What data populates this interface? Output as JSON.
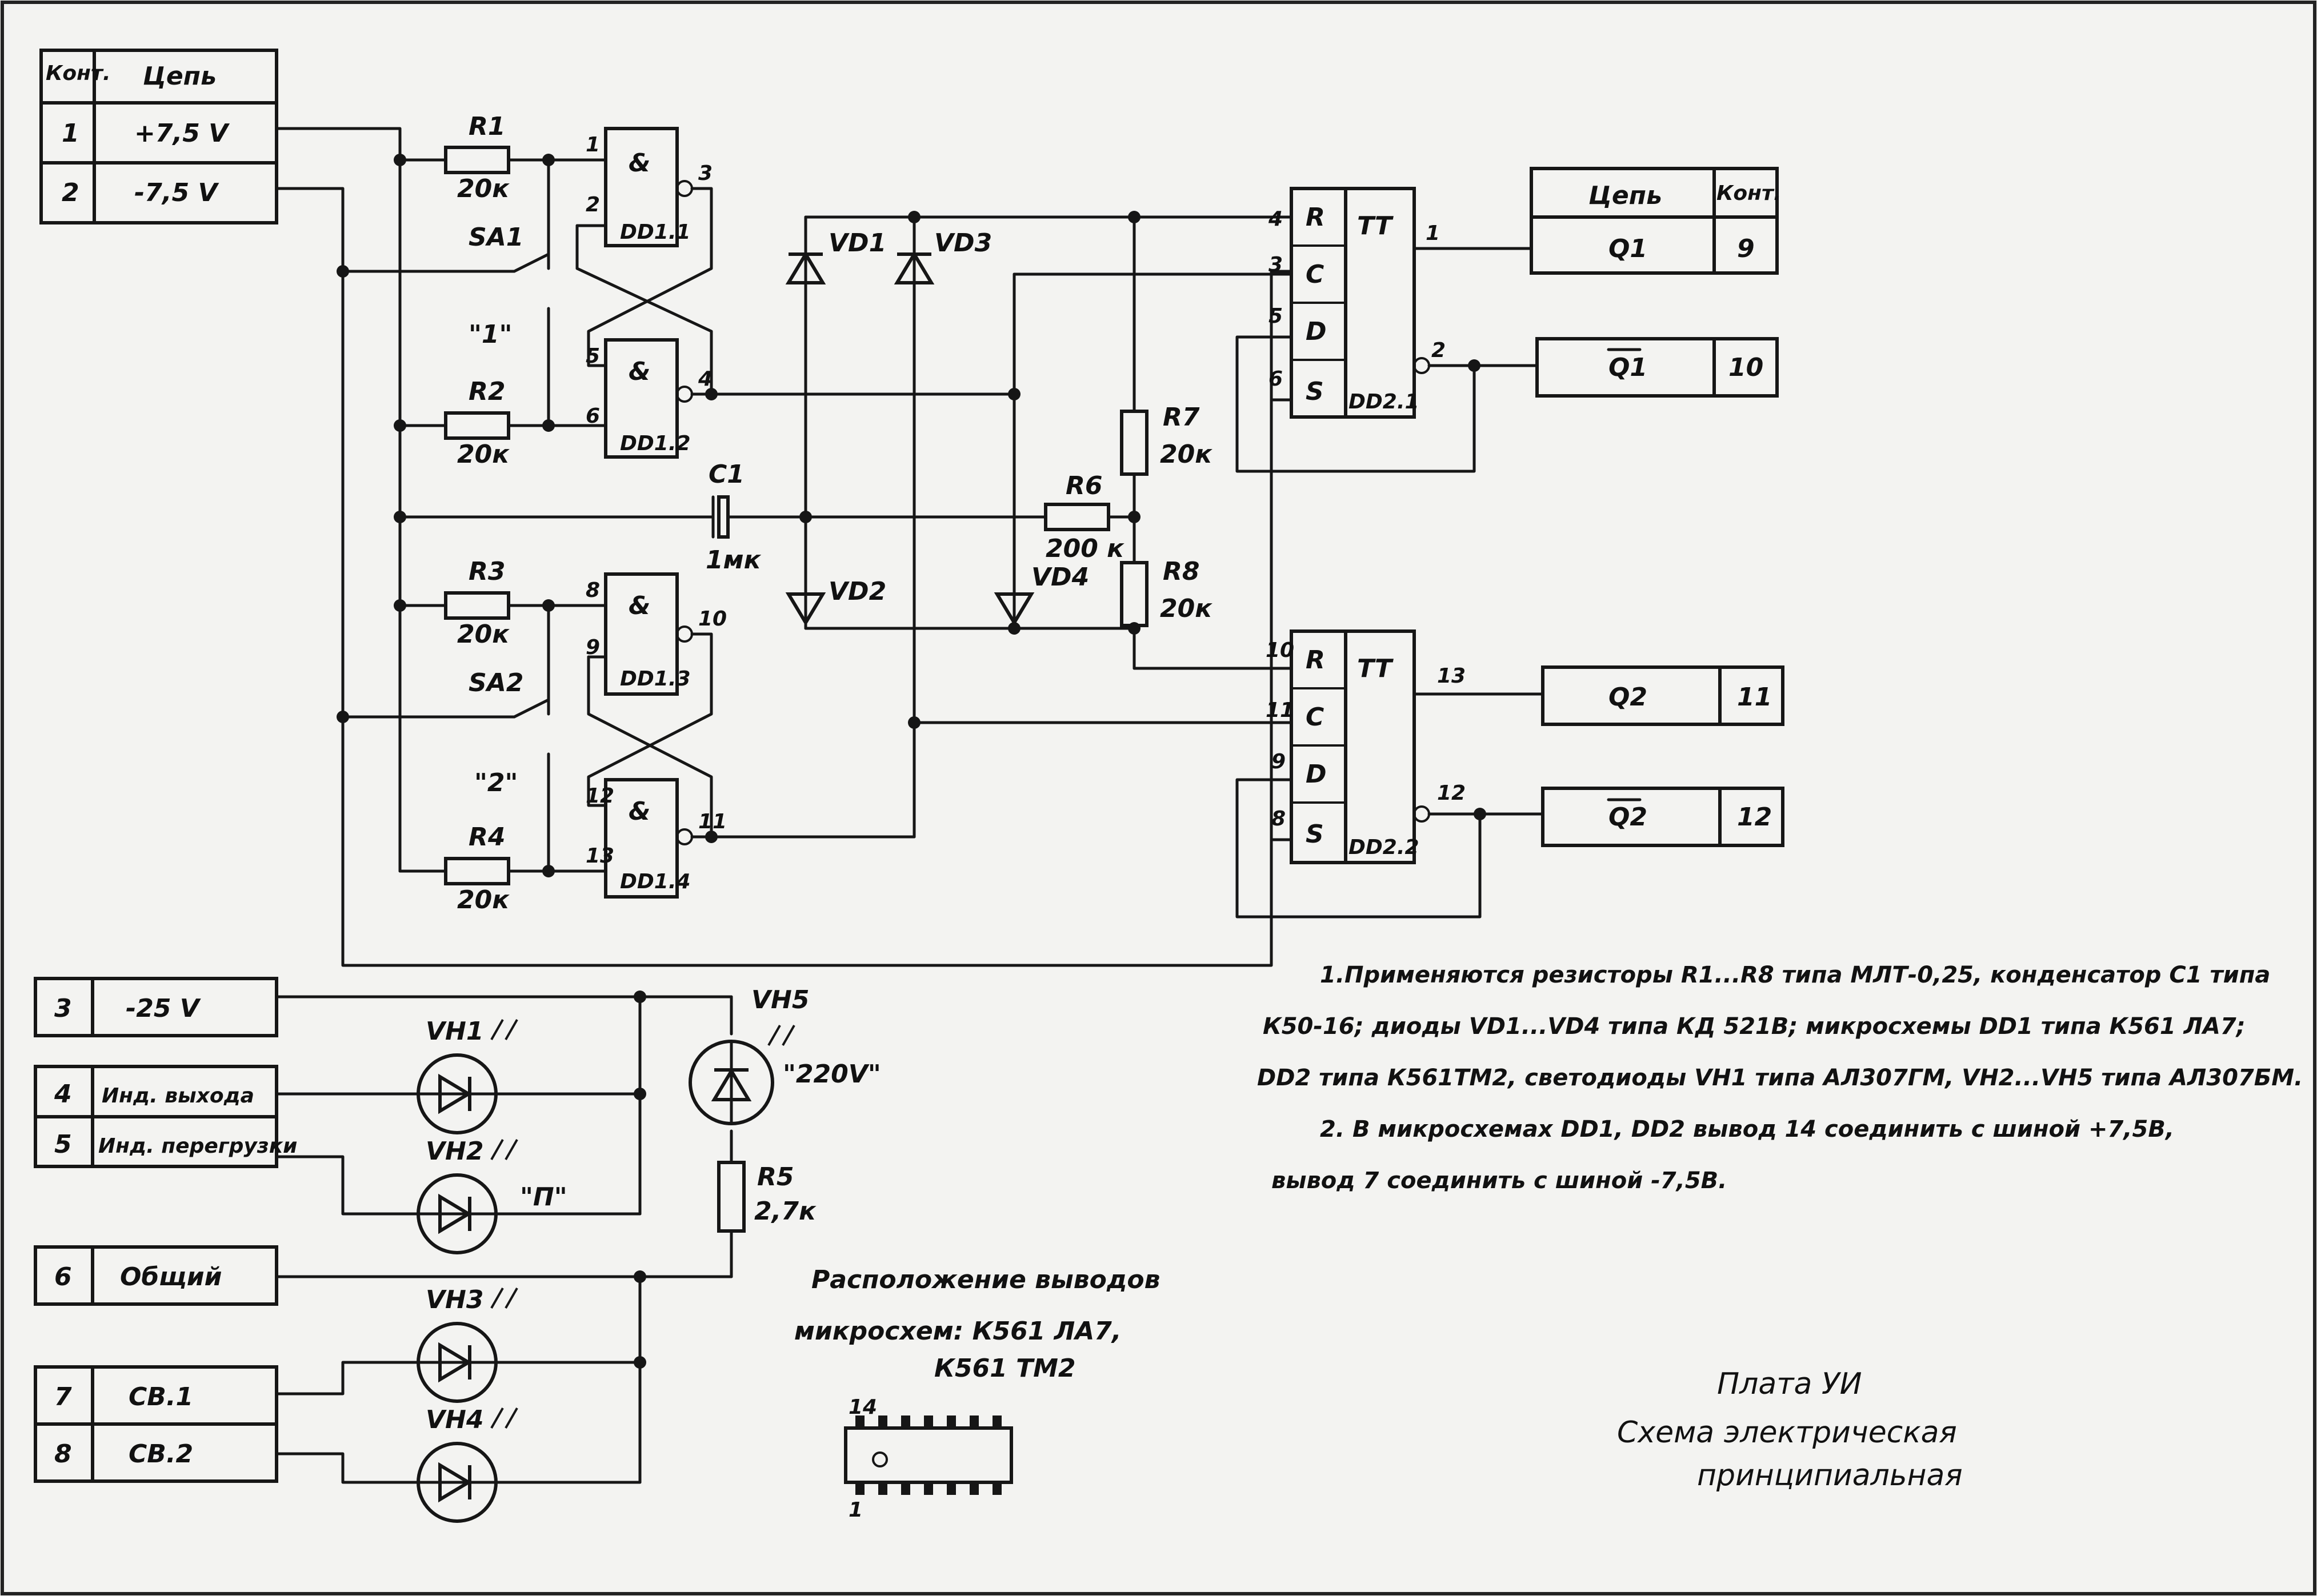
{
  "top_table": {
    "header": [
      "Конт.",
      "Цепь"
    ],
    "rows": [
      [
        "1",
        "+7,5 V"
      ],
      [
        "2",
        "-7,5 V"
      ]
    ]
  },
  "bottom_table": {
    "rows": [
      [
        "3",
        "-25 V"
      ],
      [
        "4",
        "Инд. выхода"
      ],
      [
        "5",
        "Инд. перегрузки"
      ],
      [
        "6",
        "Общий"
      ],
      [
        "7",
        "СВ.1"
      ],
      [
        "8",
        "СВ.2"
      ]
    ]
  },
  "output_table": {
    "header": [
      "Цепь",
      "Конт."
    ],
    "rows": [
      [
        "Q1",
        "9"
      ],
      [
        "Q1",
        "10"
      ],
      [
        "Q2",
        "11"
      ],
      [
        "Q2",
        "12"
      ]
    ]
  },
  "components": {
    "R1": "R1",
    "R1v": "20к",
    "R2": "R2",
    "R2v": "20к",
    "R3": "R3",
    "R3v": "20к",
    "R4": "R4",
    "R4v": "20к",
    "R5": "R5",
    "R5v": "2,7к",
    "R6": "R6",
    "R6v": "200 к",
    "R7": "R7",
    "R7v": "20к",
    "R8": "R8",
    "R8v": "20к",
    "C1": "C1",
    "C1v": "1мк",
    "SA1": "SA1",
    "SA1v": "\"1\"",
    "SA2": "SA2",
    "SA2v": "\"2\"",
    "VD1": "VD1",
    "VD2": "VD2",
    "VD3": "VD3",
    "VD4": "VD4",
    "VH1": "VH1",
    "VH2": "VH2",
    "VH3": "VH3",
    "VH4": "VH4",
    "VH5": "VH5",
    "VH2note": "\"П\"",
    "VH5note": "\"220V\"",
    "DD1_1": "DD1.1",
    "DD1_2": "DD1.2",
    "DD1_3": "DD1.3",
    "DD1_4": "DD1.4",
    "DD2_1": "DD2.1",
    "DD2_2": "DD2.2",
    "and": "&",
    "tt": "TT",
    "R": "R",
    "C": "C",
    "D": "D",
    "S": "S"
  },
  "pins": {
    "p1": "1",
    "p2": "2",
    "p3": "3",
    "p4": "4",
    "p5": "5",
    "p6": "6",
    "p8": "8",
    "p9": "9",
    "p10": "10",
    "p11": "11",
    "p12": "12",
    "p13": "13",
    "p14": "14"
  },
  "notes": {
    "line1": "1.Применяются резисторы R1...R8 типа МЛТ-0,25, конденсатор С1 типа",
    "line2": "К50-16; диоды VD1...VD4 типа КД 521В; микросхемы DD1 типа К561 ЛА7;",
    "line3": "DD2 типа К561ТМ2, светодиоды VH1 типа АЛ307ГМ, VH2...VH5 типа АЛ307БМ.",
    "line4": "2. В микросхемах DD1, DD2 вывод 14 соединить с шиной +7,5В,",
    "line5": "вывод 7 соединить с шиной -7,5В."
  },
  "pinout": {
    "line1": "Расположение выводов",
    "line2": "микросхем: К561 ЛА7,",
    "line3": "К561 ТМ2"
  },
  "title_block": {
    "line1": "Плата УИ",
    "line2": "Схема электрическая",
    "line3": "принципиальная"
  }
}
